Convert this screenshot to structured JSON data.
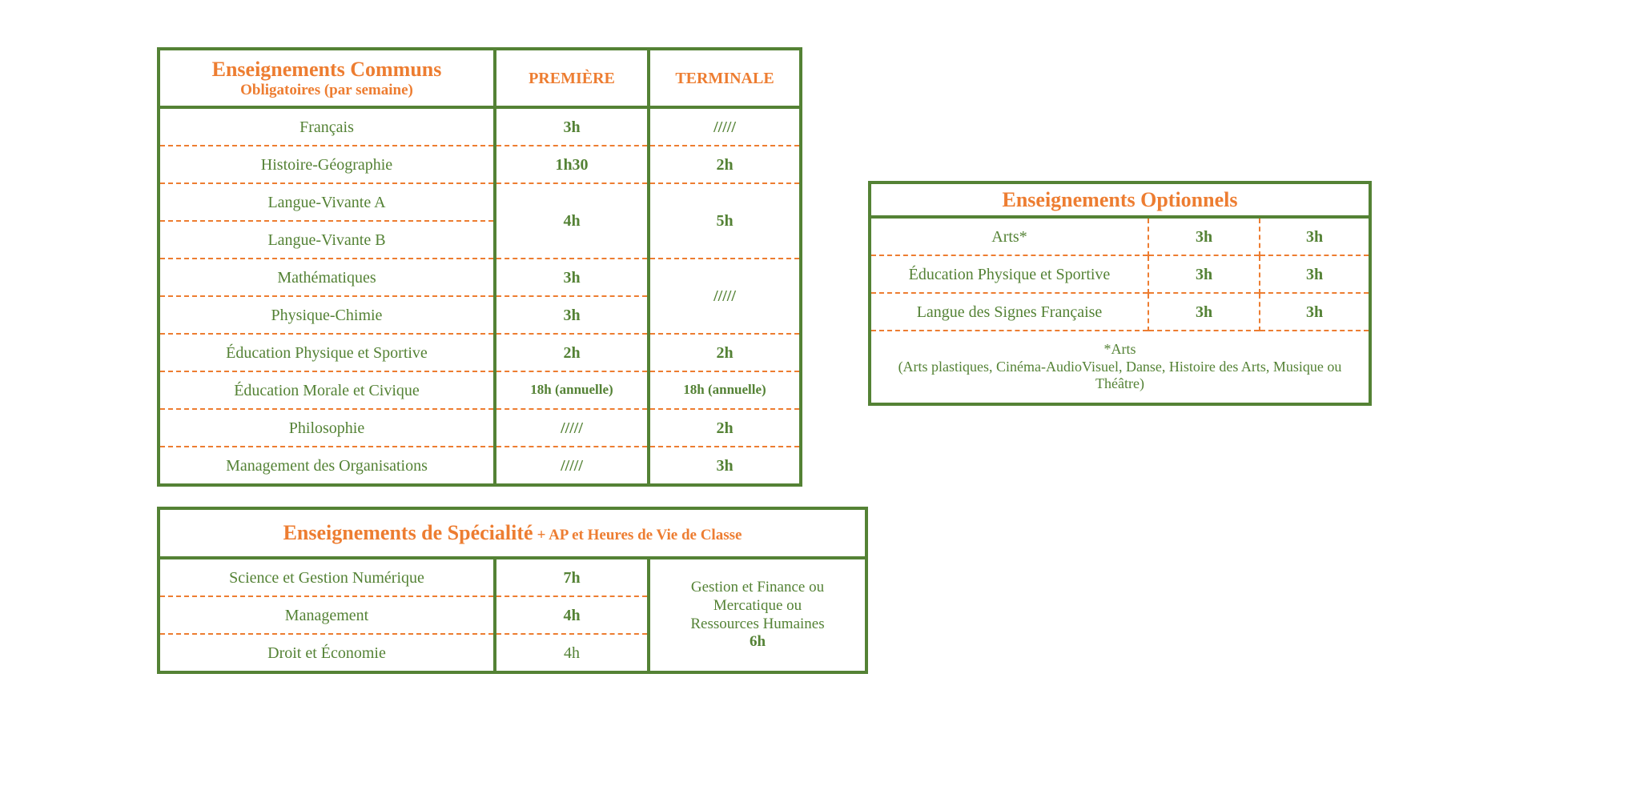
{
  "communs": {
    "title": "Enseignements Communs",
    "subtitle": "Obligatoires (par semaine)",
    "col1": "PREMIÈRE",
    "col2": "TERMINALE",
    "rows": [
      {
        "subject": "Français",
        "premiere": "3h",
        "terminale": "/////"
      },
      {
        "subject": "Histoire-Géographie",
        "premiere": "1h30",
        "terminale": "2h"
      },
      {
        "subject": "Langue-Vivante A",
        "premiere": "4h",
        "terminale": "5h"
      },
      {
        "subject": "Langue-Vivante B"
      },
      {
        "subject": "Mathématiques",
        "premiere": "3h",
        "terminale": "/////"
      },
      {
        "subject": "Physique-Chimie",
        "premiere": "3h"
      },
      {
        "subject": "Éducation Physique et Sportive",
        "premiere": "2h",
        "terminale": "2h"
      },
      {
        "subject": "Éducation Morale et Civique",
        "premiere": "18h (annuelle)",
        "terminale": "18h (annuelle)"
      },
      {
        "subject": "Philosophie",
        "premiere": "/////",
        "terminale": "2h"
      },
      {
        "subject": "Management des Organisations",
        "premiere": "/////",
        "terminale": "3h"
      }
    ]
  },
  "specialite": {
    "title": "Enseignements de Spécialité",
    "subtitle": "+ AP et Heures de Vie de Classe",
    "rows": [
      {
        "subject": "Science et Gestion Numérique",
        "premiere": "7h"
      },
      {
        "subject": "Management",
        "premiere": "4h"
      },
      {
        "subject": "Droit et Économie",
        "premiere": "4h"
      }
    ],
    "terminale_lines": [
      "Gestion et Finance ou",
      "Mercatique ou",
      "Ressources Humaines"
    ],
    "terminale_hours": "6h"
  },
  "optionnels": {
    "title": "Enseignements Optionnels",
    "rows": [
      {
        "subject": "Arts*",
        "premiere": "3h",
        "terminale": "3h"
      },
      {
        "subject": "Éducation Physique et Sportive",
        "premiere": "3h",
        "terminale": "3h"
      },
      {
        "subject": "Langue des Signes Française",
        "premiere": "3h",
        "terminale": "3h"
      }
    ],
    "note_title": "*Arts",
    "note_body": "(Arts plastiques, Cinéma-AudioVisuel, Danse, Histoire des Arts, Musique ou Théâtre)"
  }
}
